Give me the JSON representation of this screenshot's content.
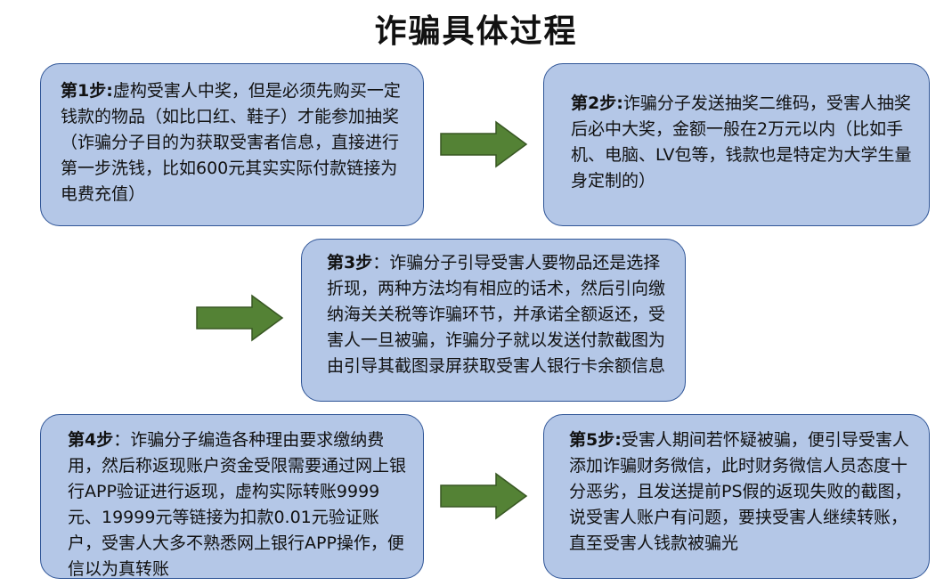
{
  "title": "诈骗具体过程",
  "steps": [
    {
      "label": "第1步:",
      "text": "虚构受害人中奖，但是必须先购买一定钱款的物品（如比口红、鞋子）才能参加抽奖（诈骗分子目的为获取受害者信息，直接进行第一步洗钱，比如600元其实实际付款链接为电费充值）"
    },
    {
      "label": "第2步:",
      "text": "诈骗分子发送抽奖二维码，受害人抽奖后必中大奖，金额一般在2万元以内（比如手机、电脑、LV包等，钱款也是特定为大学生量身定制的）"
    },
    {
      "label": "第3步",
      "text": "：诈骗分子引导受害人要物品还是选择折现，两种方法均有相应的话术，然后引向缴纳海关关税等诈骗环节，并承诺全额返还，受害人一旦被骗，诈骗分子就以发送付款截图为由引导其截图录屏获取受害人银行卡余额信息"
    },
    {
      "label": "第4步",
      "text": "：诈骗分子编造各种理由要求缴纳费用，然后称返现账户资金受限需要通过网上银行APP验证进行返现，虚构实际转账9999元、19999元等链接为扣款0.01元验证账户，受害人大多不熟悉网上银行APP操作，便信以为真转账"
    },
    {
      "label": "第5步:",
      "text": "受害人期间若怀疑被骗，便引导受害人添加诈骗财务微信，此时财务微信人员态度十分恶劣，且发送提前PS假的返现失败的截图，说受害人账户有问题，要挟受害人继续转账，直至受害人钱款被骗光"
    }
  ],
  "colors": {
    "box_fill": "#b4c7e7",
    "box_border": "#2f5597",
    "arrow_fill": "#548235",
    "arrow_stroke": "#385723"
  }
}
